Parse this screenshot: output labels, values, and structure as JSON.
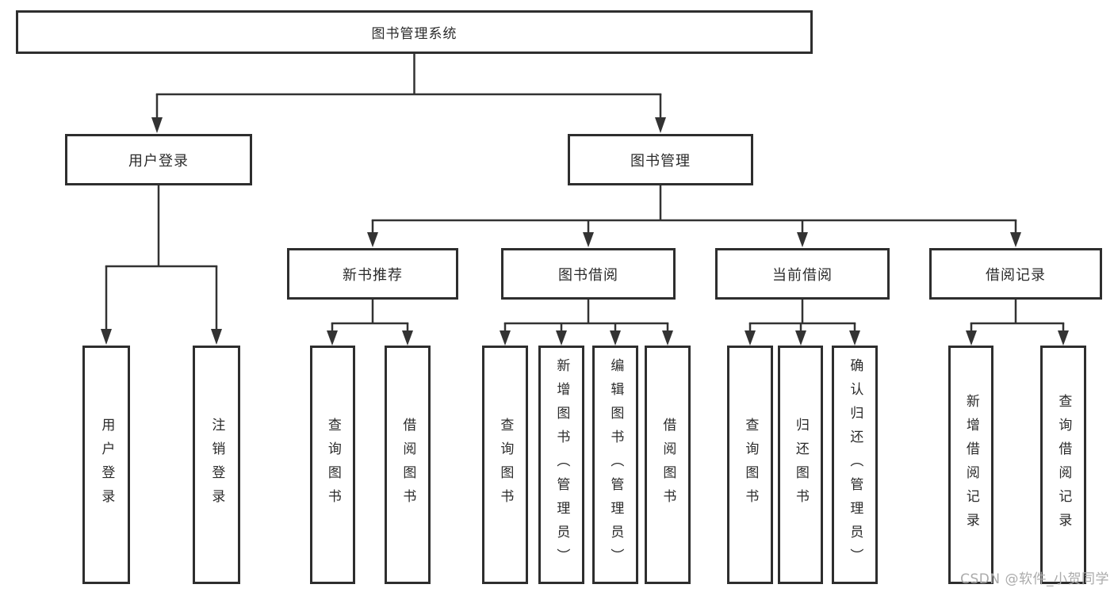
{
  "diagram": {
    "type": "hierarchy-tree",
    "root": {
      "label": "图书管理系统"
    },
    "branches": [
      {
        "label": "用户登录",
        "children": [
          {
            "label": "用户登录"
          },
          {
            "label": "注销登录"
          }
        ]
      },
      {
        "label": "图书管理",
        "children": [
          {
            "label": "新书推荐",
            "children": [
              {
                "label": "查询图书"
              },
              {
                "label": "借阅图书"
              }
            ]
          },
          {
            "label": "图书借阅",
            "children": [
              {
                "label": "查询图书"
              },
              {
                "label": "新增图书（管理员）"
              },
              {
                "label": "编辑图书（管理员）"
              },
              {
                "label": "借阅图书"
              }
            ]
          },
          {
            "label": "当前借阅",
            "children": [
              {
                "label": "查询图书"
              },
              {
                "label": "归还图书"
              },
              {
                "label": "确认归还（管理员）"
              }
            ]
          },
          {
            "label": "借阅记录",
            "children": [
              {
                "label": "新增借阅记录"
              },
              {
                "label": "查询借阅记录"
              }
            ]
          }
        ]
      }
    ]
  },
  "watermark": {
    "text": "CSDN @软件_小贺同学"
  },
  "colors": {
    "line": "#333333",
    "box_border": "#2e2e2e",
    "text": "#2b2b2b",
    "background": "#ffffff",
    "watermark": "#ababab"
  }
}
